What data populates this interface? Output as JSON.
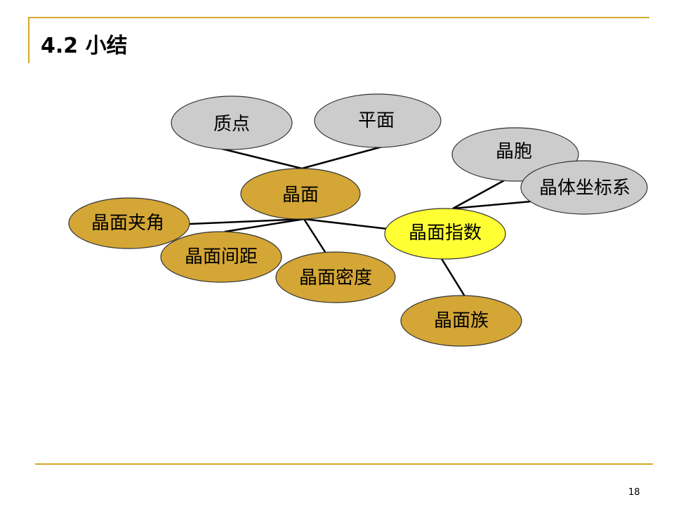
{
  "slide": {
    "title": "4.2 小结",
    "page_number": "18"
  },
  "colors": {
    "accent": "#d4a82a",
    "gray_node_fill": "#cccccc",
    "gold_node_fill": "#d4a636",
    "yellow_node_fill": "#ffff33",
    "outline": "#333333",
    "connector": "#000000"
  },
  "diagram": {
    "nodes": {
      "zhidian": {
        "label": "质点",
        "style": "gray"
      },
      "pingmian": {
        "label": "平面",
        "style": "gray"
      },
      "jingbao": {
        "label": "晶胞",
        "style": "gray"
      },
      "jingtizuobiaoxi": {
        "label": "晶体坐标系",
        "style": "gray"
      },
      "jingmian": {
        "label": "晶面",
        "style": "gold"
      },
      "jingmianjiajiao": {
        "label": "晶面夹角",
        "style": "gold"
      },
      "jingmianjianju": {
        "label": "晶面间距",
        "style": "gold"
      },
      "jingmianmidu": {
        "label": "晶面密度",
        "style": "gold"
      },
      "jingmianzhishu": {
        "label": "晶面指数",
        "style": "yellow"
      },
      "jingmianzu": {
        "label": "晶面族",
        "style": "gold"
      }
    },
    "edges": [
      [
        "zhidian",
        "jingmian"
      ],
      [
        "pingmian",
        "jingmian"
      ],
      [
        "jingmian",
        "jingmianjiajiao"
      ],
      [
        "jingmian",
        "jingmianjianju"
      ],
      [
        "jingmian",
        "jingmianmidu"
      ],
      [
        "jingmian",
        "jingmianzhishu"
      ],
      [
        "jingmianzhishu",
        "jingbao"
      ],
      [
        "jingmianzhishu",
        "jingtizuobiaoxi"
      ],
      [
        "jingmianzhishu",
        "jingmianzu"
      ]
    ]
  }
}
